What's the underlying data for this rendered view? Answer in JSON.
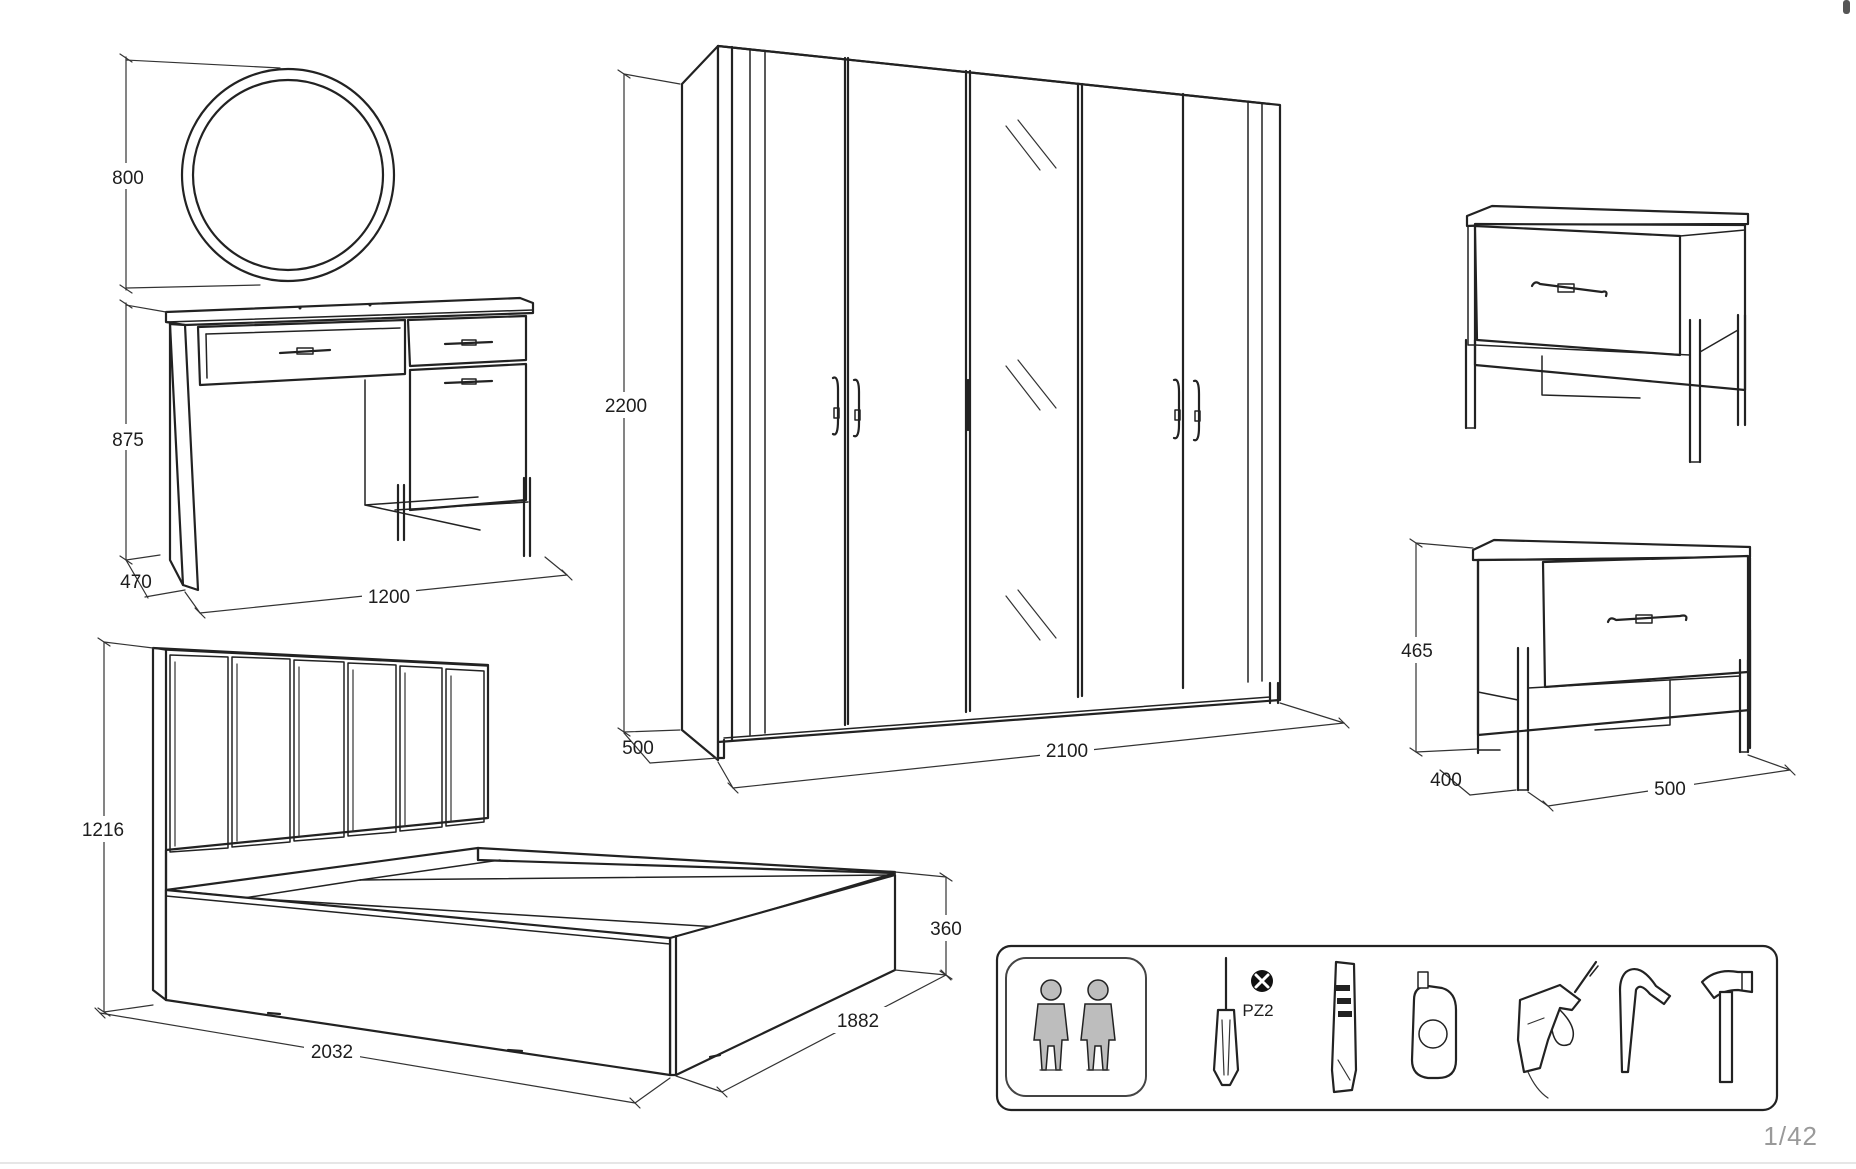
{
  "page": {
    "indicator": "1/42"
  },
  "items": {
    "mirror": {
      "height": "800"
    },
    "dressing_table": {
      "height": "875",
      "depth": "470",
      "width": "1200"
    },
    "wardrobe": {
      "height": "2200",
      "depth": "500",
      "width": "2100"
    },
    "nightstand": {
      "height": "465",
      "depth": "400",
      "width": "500"
    },
    "bed": {
      "height": "1216",
      "frame_height": "360",
      "length": "2032",
      "width": "1882"
    }
  },
  "assembly": {
    "people_icon": "two-persons-icon",
    "screwdriver_label": "PZ2",
    "tools": [
      "two-persons-icon",
      "screwdriver-icon",
      "utility-knife-icon",
      "tape-measure-icon",
      "power-drill-icon",
      "hex-key-icon",
      "hammer-icon"
    ]
  }
}
